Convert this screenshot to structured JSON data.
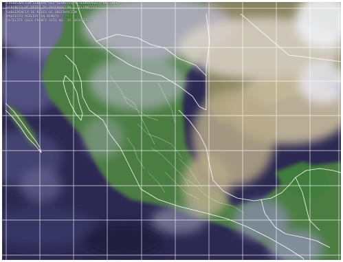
{
  "header": {
    "lines": [
      "COORDINACIÓN GENERAL DEL SERVICIO METEOROLÓGICO NACIONAL",
      "GERENCIA DE REDES DE OBSERVACIÓN Y TELEMÁTICA",
      "SUBGERENCIA DE REDES DE OBSERVACIÓN",
      "PROYECTO PERCEPCIÓN REMOTA",
      "SATÉLITE GOES FRENTE FRÍO No. 35 2018/01/23"
    ]
  },
  "stamp": {
    "lines": [
      "",
      ""
    ]
  },
  "map": {
    "graticule_color": "#ffffff",
    "border_color": "#ffffff",
    "ocean_color": "#2a2850",
    "land_color": "#3f7c3f",
    "cloud_color": "#b8a888"
  }
}
